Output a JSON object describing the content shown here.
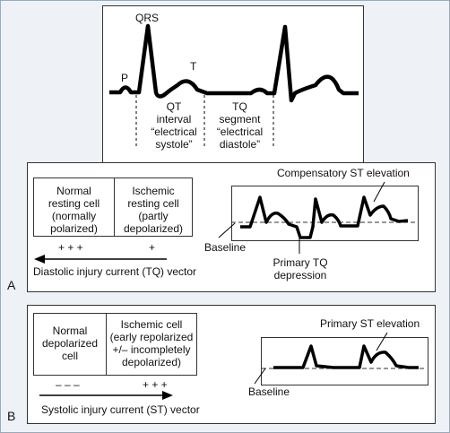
{
  "top": {
    "labels": {
      "p": "P",
      "qrs": "QRS",
      "t": "T"
    },
    "qt": [
      "QT",
      "interval",
      "“electrical",
      "systole”"
    ],
    "tq": [
      "TQ",
      "segment",
      "“electrical",
      "diastole”"
    ]
  },
  "panel_a": {
    "letter": "A",
    "normal_cell": [
      "Normal",
      "resting cell",
      "(normally",
      "polarized)"
    ],
    "ischemic_cell": [
      "Ischemic",
      "resting cell",
      "(partly",
      "depolarized)"
    ],
    "normal_charges": "+ + +",
    "ischemic_charges": "+",
    "vector_label": "Diastolic injury current (TQ) vector",
    "compensatory_label": "Compensatory ST elevation",
    "baseline_label": "Baseline",
    "primary_tq_label": [
      "Primary TQ",
      "depression"
    ]
  },
  "panel_b": {
    "letter": "B",
    "normal_cell": [
      "Normal",
      "depolarized",
      "cell"
    ],
    "ischemic_cell": [
      "Ischemic cell",
      "(early repolarized",
      "+/– incompletely",
      "depolarized)"
    ],
    "normal_charges": "– – –",
    "ischemic_charges": "+ + +",
    "vector_label": "Systolic injury current (ST) vector",
    "primary_st_label": "Primary ST elevation",
    "baseline_label": "Baseline"
  }
}
